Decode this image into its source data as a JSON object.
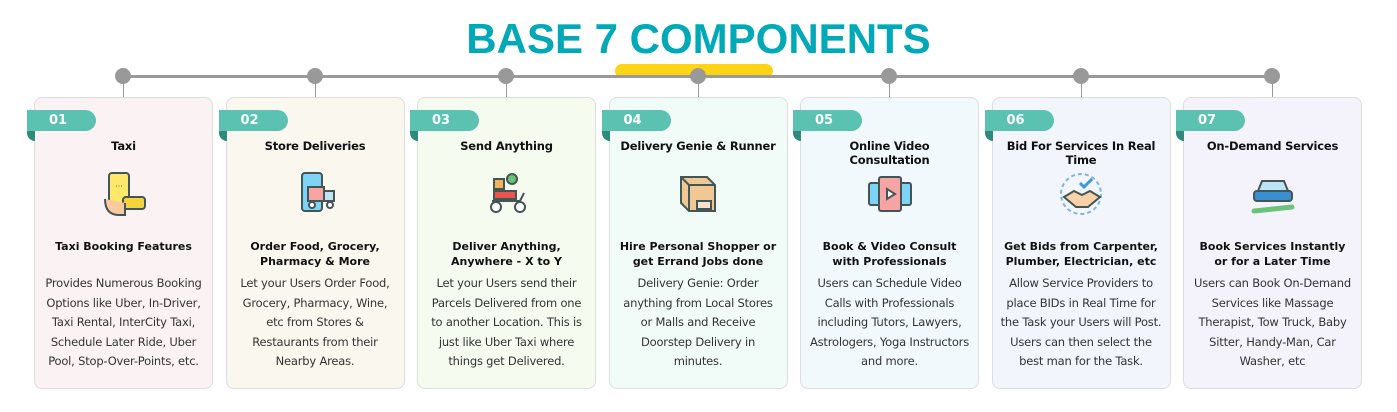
{
  "title": "BASE 7 COMPONENTS",
  "cards": [
    {
      "num": "01",
      "title": "Taxi",
      "icon": "taxi-app-icon",
      "subtitle": "Taxi Booking Features",
      "desc": "Provides Numerous Booking Options like Uber, In-Driver, Taxi Rental, InterCity Taxi, Schedule Later Ride, Uber Pool, Stop-Over-Points, etc.",
      "bg": "#fbf3f3"
    },
    {
      "num": "02",
      "title": "Store Deliveries",
      "icon": "delivery-truck-icon",
      "subtitle": "Order Food, Grocery, Pharmacy & More",
      "desc": "Let your Users Order Food, Grocery, Pharmacy, Wine, etc from Stores & Restaurants from their Nearby Areas.",
      "bg": "#faf7ef"
    },
    {
      "num": "03",
      "title": "Send Anything",
      "icon": "courier-scooter-icon",
      "subtitle": "Deliver Anything, Anywhere - X to Y",
      "desc": "Let your Users send their Parcels Delivered from one to another Location. This is just like Uber Taxi where things get Delivered.",
      "bg": "#f6fbf0"
    },
    {
      "num": "04",
      "title": "Delivery Genie & Runner",
      "icon": "package-hand-icon",
      "subtitle": "Hire Personal Shopper or get Errand Jobs done",
      "desc": "Delivery Genie: Order anything from Local Stores or Malls and Receive Doorstep Delivery in minutes.",
      "bg": "#f1fbf8"
    },
    {
      "num": "05",
      "title": "Online Video Consultation",
      "icon": "video-call-icon",
      "subtitle": "Book & Video Consult with Professionals",
      "desc": "Users can Schedule Video Calls with Professionals including Tutors, Lawyers, Astrologers, Yoga Instructors and more.",
      "bg": "#f2f9fc"
    },
    {
      "num": "06",
      "title": "Bid For Services In Real Time",
      "icon": "handshake-icon",
      "subtitle": "Get Bids from Carpenter, Plumber, Electrician, etc",
      "desc": "Allow Service Providers to place BIDs in Real Time for the Task your Users will Post. Users can then select the best man for the Task.",
      "bg": "#f2f5fc"
    },
    {
      "num": "07",
      "title": "On-Demand Services",
      "icon": "car-wrench-icon",
      "subtitle": "Book Services Instantly or for a Later Time",
      "desc": "Users can Book On-Demand Services like Massage Therapist, Tow Truck, Baby Sitter, Handy-Man, Car Washer, etc",
      "bg": "#f4f3fc"
    }
  ]
}
